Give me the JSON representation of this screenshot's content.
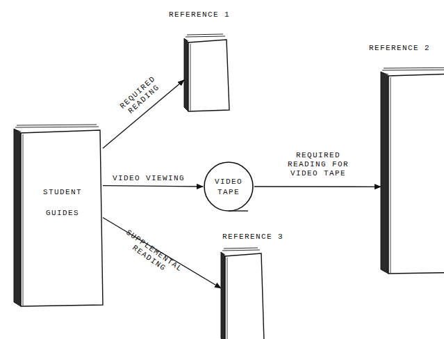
{
  "diagram": {
    "nodes": [
      {
        "text": [
          "STUDENT GUIDES"
        ]
      },
      {
        "text": [
          "REFERENCE 1"
        ]
      },
      {
        "text": [
          "VIDEO TAPE"
        ]
      },
      {
        "text": [
          "REFERENCE 2"
        ]
      },
      {
        "text": [
          "REFERENCE 3"
        ]
      }
    ],
    "edges": [
      {
        "from": 0,
        "to": 1,
        "label": "REQUIRED READING",
        "arrow": "to"
      },
      {
        "from": 0,
        "to": 2,
        "label": "VIDEO VIEWING",
        "arrow": "to"
      },
      {
        "from": 2,
        "to": 3,
        "label": "REQUIRED READING FOR VIDEO TAPE",
        "arrow": "to"
      },
      {
        "from": 0,
        "to": 4,
        "label": "SUPPLEMENTAL READING",
        "arrow": "to"
      }
    ]
  }
}
